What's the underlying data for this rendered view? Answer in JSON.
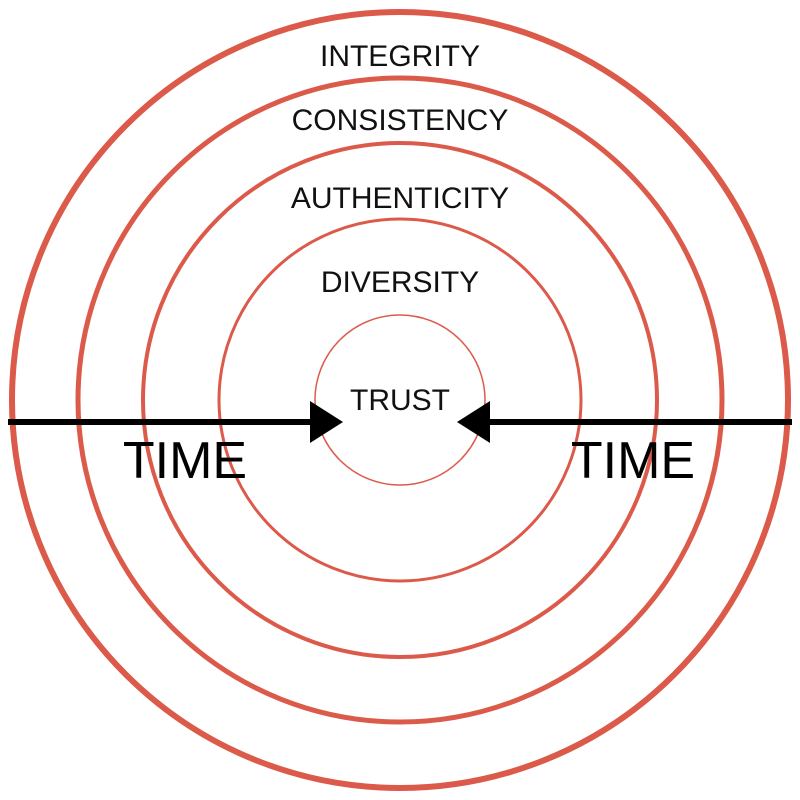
{
  "colors": {
    "ring": "#dc5a4a",
    "arrow": "#000000",
    "text": "#111111"
  },
  "rings": [
    {
      "label": "INTEGRITY"
    },
    {
      "label": "CONSISTENCY"
    },
    {
      "label": "AUTHENTICITY"
    },
    {
      "label": "DIVERSITY"
    }
  ],
  "center": {
    "label": "TRUST"
  },
  "arrows": {
    "left_label": "TIME",
    "right_label": "TIME"
  }
}
